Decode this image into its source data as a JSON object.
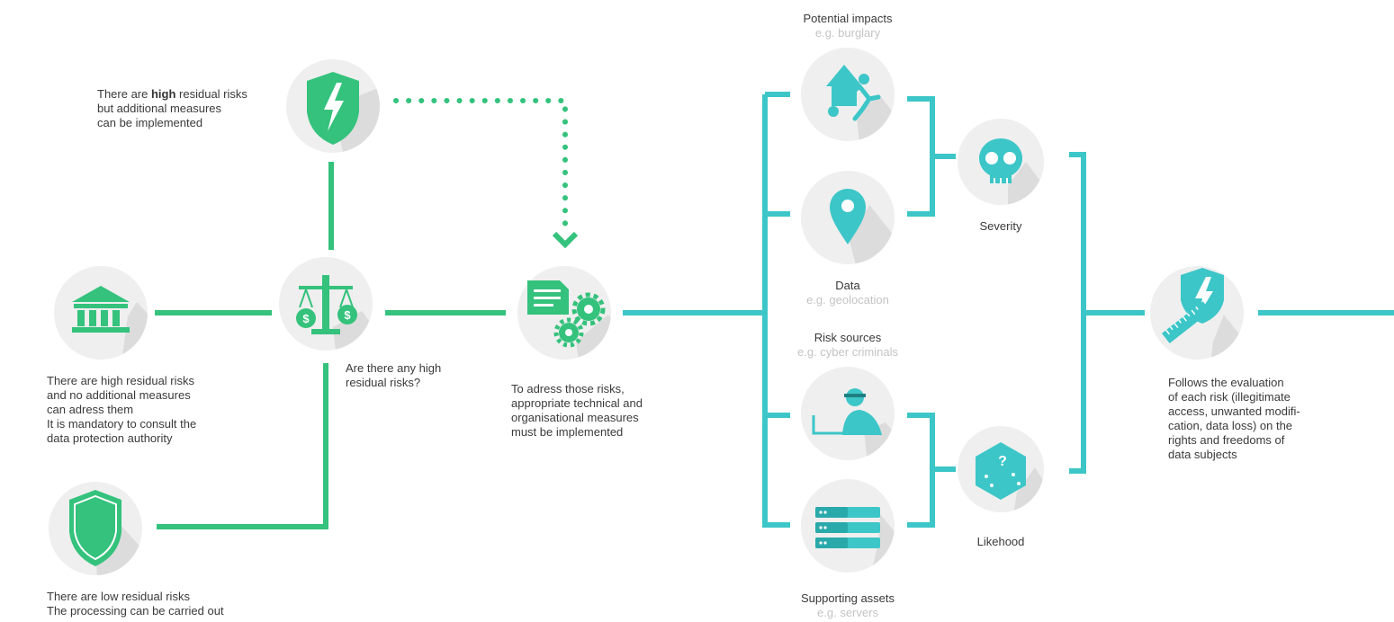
{
  "colors": {
    "green": "#34c27c",
    "teal": "#3cc6c8",
    "circle": "#efefef",
    "shadow": "#dcdcdc",
    "text": "#3a3a3a",
    "subtext": "#c4c4c4"
  },
  "left": {
    "additional_measures": {
      "icon": "shield-lightning-icon",
      "line1_pre": "There are ",
      "line1_bold": "high",
      "line1_post": " residual risks",
      "line2": "but additional measures",
      "line3": "can be implemented"
    },
    "authority": {
      "icon": "government-building-icon",
      "line1": "There are high residual risks",
      "line2": "and no additional measures",
      "line3": "can adress them",
      "line4": "It is mandatory to consult the",
      "line5": "data protection authority"
    },
    "question": {
      "icon": "balance-scale-icon",
      "line1": "Are there any high",
      "line2": "residual risks?"
    },
    "low_risks": {
      "icon": "shield-icon",
      "line1": "There are low residual risks",
      "line2": "The processing can be carried out"
    },
    "measures": {
      "icon": "document-gears-icon",
      "line1": "To adress those risks,",
      "line2": "appropriate technical and",
      "line3": "organisational measures",
      "line4": "must be implemented"
    }
  },
  "factors": {
    "impacts": {
      "icon": "burglar-house-icon",
      "title": "Potential impacts",
      "example": "e.g. burglary"
    },
    "data": {
      "icon": "location-pin-icon",
      "title": "Data",
      "example": "e.g. geolocation"
    },
    "sources": {
      "icon": "hacker-icon",
      "title": "Risk sources",
      "example": "e.g. cyber criminals"
    },
    "assets": {
      "icon": "server-icon",
      "title": "Supporting assets",
      "example": "e.g. servers"
    }
  },
  "severity": {
    "icon": "skull-icon",
    "label": "Severity"
  },
  "likelihood": {
    "icon": "dice-icon",
    "label": "Likehood"
  },
  "evaluation": {
    "icon": "ruler-lightning-icon",
    "line1": "Follows the evaluation",
    "line2": "of each risk (illegitimate",
    "line3": "access, unwanted modifi-",
    "line4": "cation, data loss) on the",
    "line5": "rights and freedoms of",
    "line6": "data subjects"
  }
}
